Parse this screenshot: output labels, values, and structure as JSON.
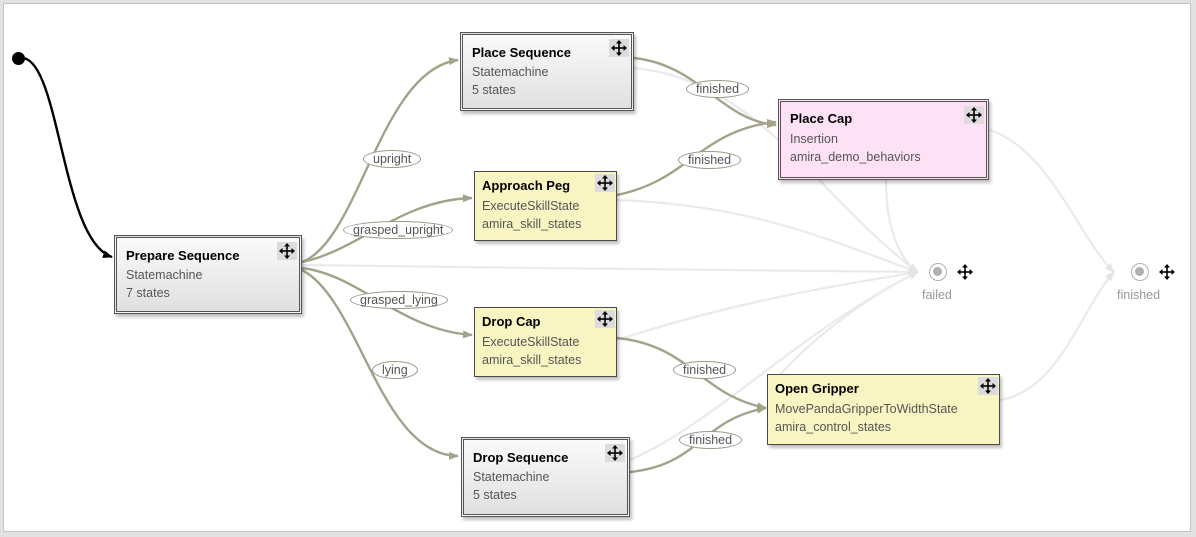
{
  "states": {
    "prepare_sequence": {
      "title": "Prepare Sequence",
      "line1": "Statemachine",
      "line2": "7 states"
    },
    "place_sequence": {
      "title": "Place Sequence",
      "line1": "Statemachine",
      "line2": "5 states"
    },
    "approach_peg": {
      "title": "Approach Peg",
      "line1": "ExecuteSkillState",
      "line2": "amira_skill_states"
    },
    "place_cap": {
      "title": "Place Cap",
      "line1": "Insertion",
      "line2": "amira_demo_behaviors"
    },
    "drop_cap": {
      "title": "Drop Cap",
      "line1": "ExecuteSkillState",
      "line2": "amira_skill_states"
    },
    "open_gripper": {
      "title": "Open Gripper",
      "line1": "MovePandaGripperToWidthState",
      "line2": "amira_control_states"
    },
    "drop_sequence": {
      "title": "Drop Sequence",
      "line1": "Statemachine",
      "line2": "5 states"
    }
  },
  "edge_labels": {
    "upright": "upright",
    "grasped_upright": "grasped_upright",
    "grasped_lying": "grasped_lying",
    "lying": "lying",
    "place_seq_finished": "finished",
    "approach_finished": "finished",
    "drop_cap_finished": "finished",
    "drop_seq_finished": "finished"
  },
  "outcomes": {
    "failed": "failed",
    "finished": "finished"
  },
  "icons": {
    "move": "move-arrows-icon",
    "outcome": "radio-dot-icon",
    "initial": "initial-state-dot-icon"
  },
  "colors": {
    "transition": "#a3a38c",
    "transition_faded": "#e8e8e8",
    "initial_transition": "#000000",
    "state_fill": "#f8f5c2",
    "statemachine_fill": "#ececec",
    "place_cap_fill": "#fde2f6"
  }
}
